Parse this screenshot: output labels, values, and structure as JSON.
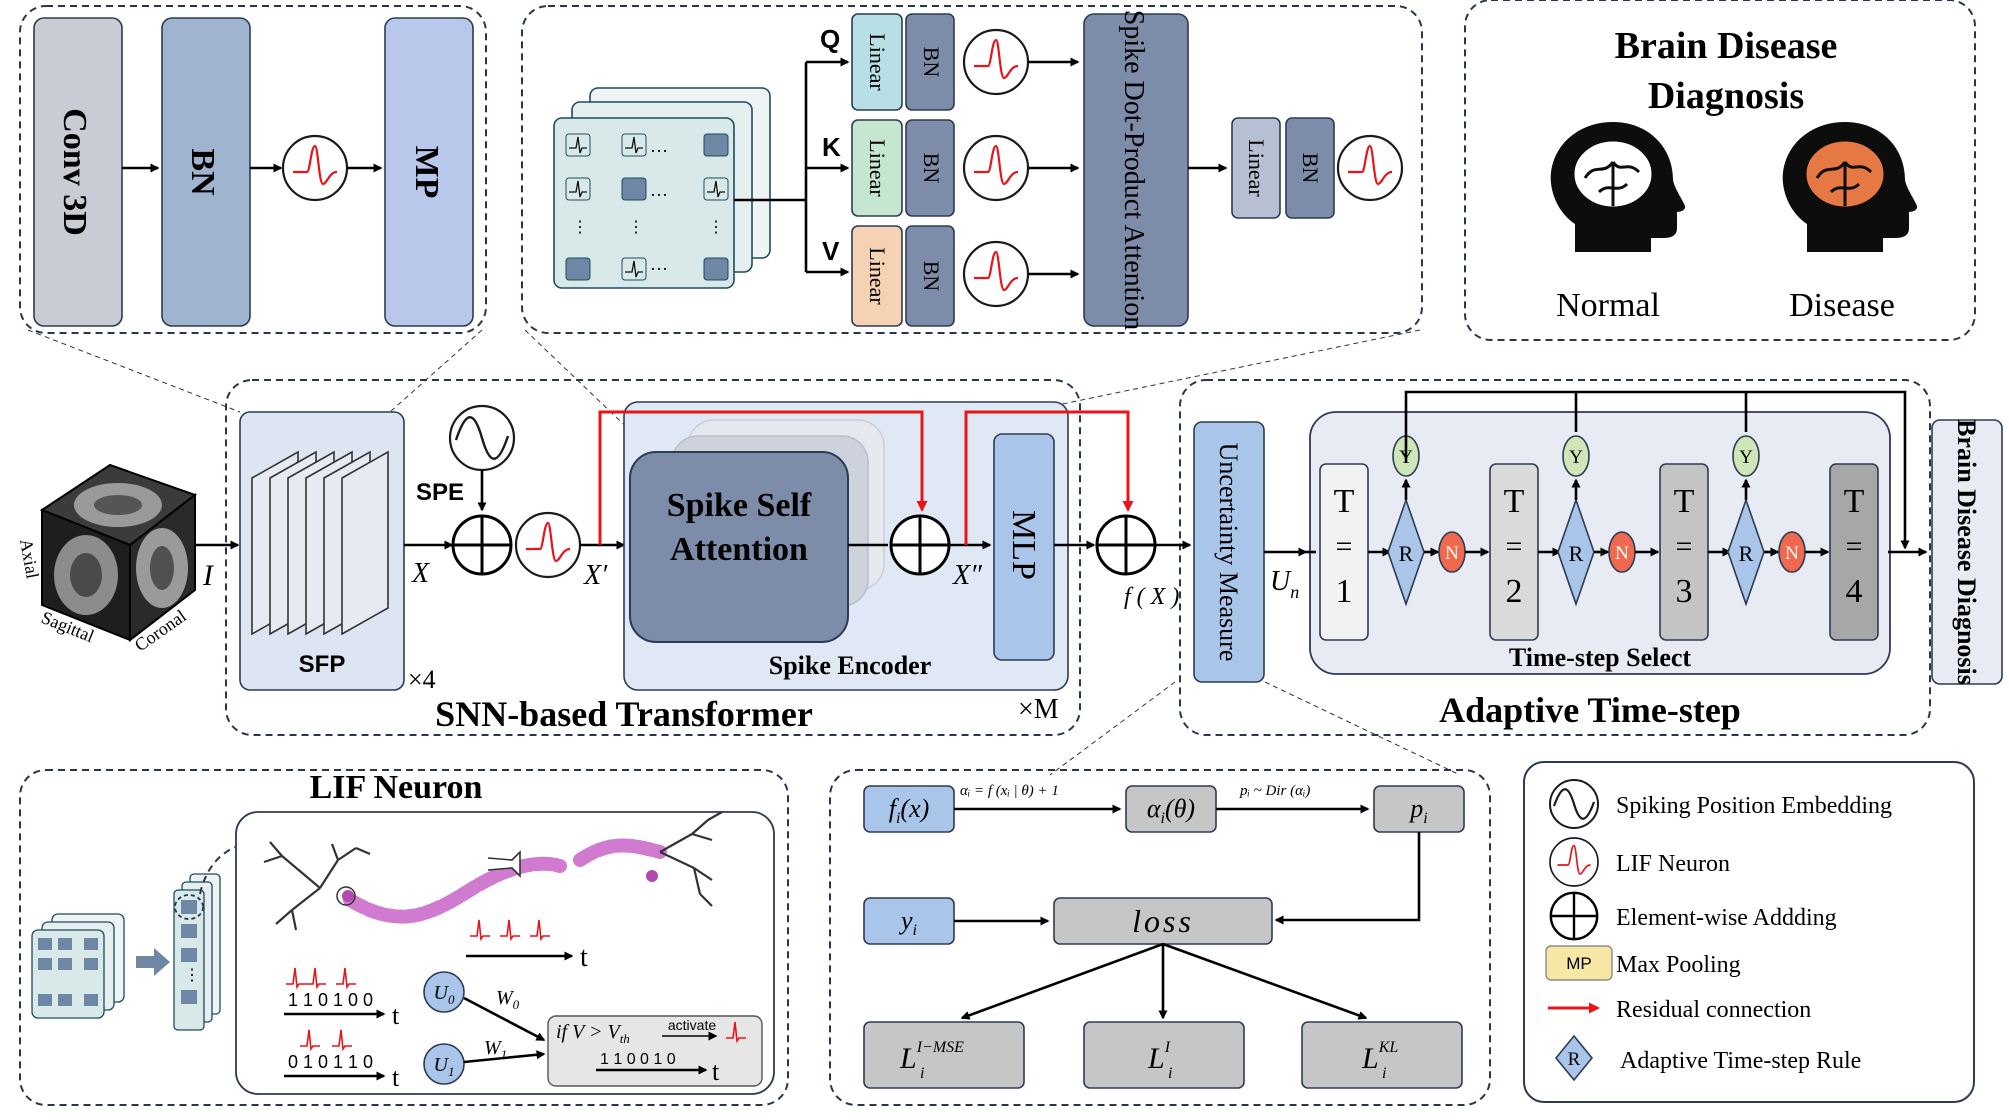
{
  "conv_block": {
    "conv": "Conv 3D",
    "bn": "BN",
    "mp": "MP"
  },
  "attention_block": {
    "q": "Q",
    "k": "K",
    "v": "V",
    "linear": "Linear",
    "bn": "BN",
    "spike_dot": "Spike Dot-Product Attention",
    "out_linear": "Linear",
    "out_bn": "BN",
    "dots": "…",
    "vdots": "⋮"
  },
  "diagnosis_panel": {
    "title_line1": "Brain Disease",
    "title_line2": "Diagnosis",
    "normal": "Normal",
    "disease": "Disease"
  },
  "input": {
    "axial": "Axial",
    "sagittal": "Sagittal",
    "coronal": "Coronal",
    "symbol": "I"
  },
  "transformer": {
    "sfp": "SFP",
    "sfp_repeat": "×4",
    "spe": "SPE",
    "x": "X",
    "x_prime": "X′",
    "x_double": "X″",
    "ssa_line1": "Spike Self",
    "ssa_line2": "Attention",
    "mlp": "MLP",
    "encoder": "Spike Encoder",
    "encoder_repeat": "×M",
    "title": "SNN-based Transformer",
    "fx": "f ( X )"
  },
  "adaptive": {
    "uncertainty": "Uncertainty Measure",
    "un": "U",
    "un_sub": "n",
    "steps": [
      {
        "t": "T",
        "eq": "=",
        "n": "1"
      },
      {
        "t": "T",
        "eq": "=",
        "n": "2"
      },
      {
        "t": "T",
        "eq": "=",
        "n": "3"
      },
      {
        "t": "T",
        "eq": "=",
        "n": "4"
      }
    ],
    "y": "Y",
    "r": "R",
    "n": "N",
    "select": "Time-step Select",
    "title": "Adaptive Time-step",
    "output": "Brain Disease Diagnosis"
  },
  "lif": {
    "title": "LIF Neuron",
    "t": "t",
    "train1": "1 1 0 1 0 0",
    "train2": "0 1 0 1 1 0",
    "train3": "1 1 0 0 1 0",
    "u0": "U",
    "u0_sub": "0",
    "u1": "U",
    "u1_sub": "1",
    "w0": "W",
    "w0_sub": "0",
    "w1": "W",
    "w1_sub": "1",
    "cond": "if V > V",
    "cond_sub": "th",
    "activate": "activate",
    "dots": "…",
    "vdots": "⋮"
  },
  "loss_block": {
    "fi": "f",
    "fi_sub": "i",
    "fi_arg": "(x)",
    "alpha": "α",
    "alpha_sub": "i",
    "alpha_arg": "(θ)",
    "eq1": "αᵢ = f (xᵢ | θ) + 1",
    "eq2": "pᵢ ~ Dir (αᵢ)",
    "pi": "p",
    "pi_sub": "i",
    "yi": "y",
    "yi_sub": "i",
    "loss": "loss",
    "l1": "L",
    "l1_sup": "I−MSE",
    "l1_sub": "i",
    "l2": "L",
    "l2_sup": "I",
    "l2_sub": "i",
    "l3": "L",
    "l3_sup": "KL",
    "l3_sub": "i"
  },
  "legend": {
    "items": [
      {
        "label": "Spiking Position Embedding",
        "icon": "sine-wave-icon"
      },
      {
        "label": "LIF  Neuron",
        "icon": "spike-icon"
      },
      {
        "label": "Element-wise Addding",
        "icon": "plus-circle-icon"
      },
      {
        "label": "Max Pooling",
        "icon": "mp-box-icon",
        "tag": "MP"
      },
      {
        "label": "Residual connection",
        "icon": "red-arrow-icon"
      },
      {
        "label": "Adaptive Time-step Rule",
        "icon": "diamond-icon",
        "tag": "R"
      }
    ]
  },
  "colors": {
    "conv": "#c9ccd4",
    "bn": "#9fb4cf",
    "mp": "#b7c8ea",
    "linear_q": "#b8dfe6",
    "linear_k": "#c6e6cf",
    "linear_v": "#f6d2b4",
    "dark": "#7d8ca8",
    "panel": "#e8ebf3",
    "yes": "#cfe7b8",
    "no": "#f0684e",
    "red": "#e8141a",
    "loss_box": "#c6c6c6",
    "blue_box": "#a9c5ea"
  }
}
